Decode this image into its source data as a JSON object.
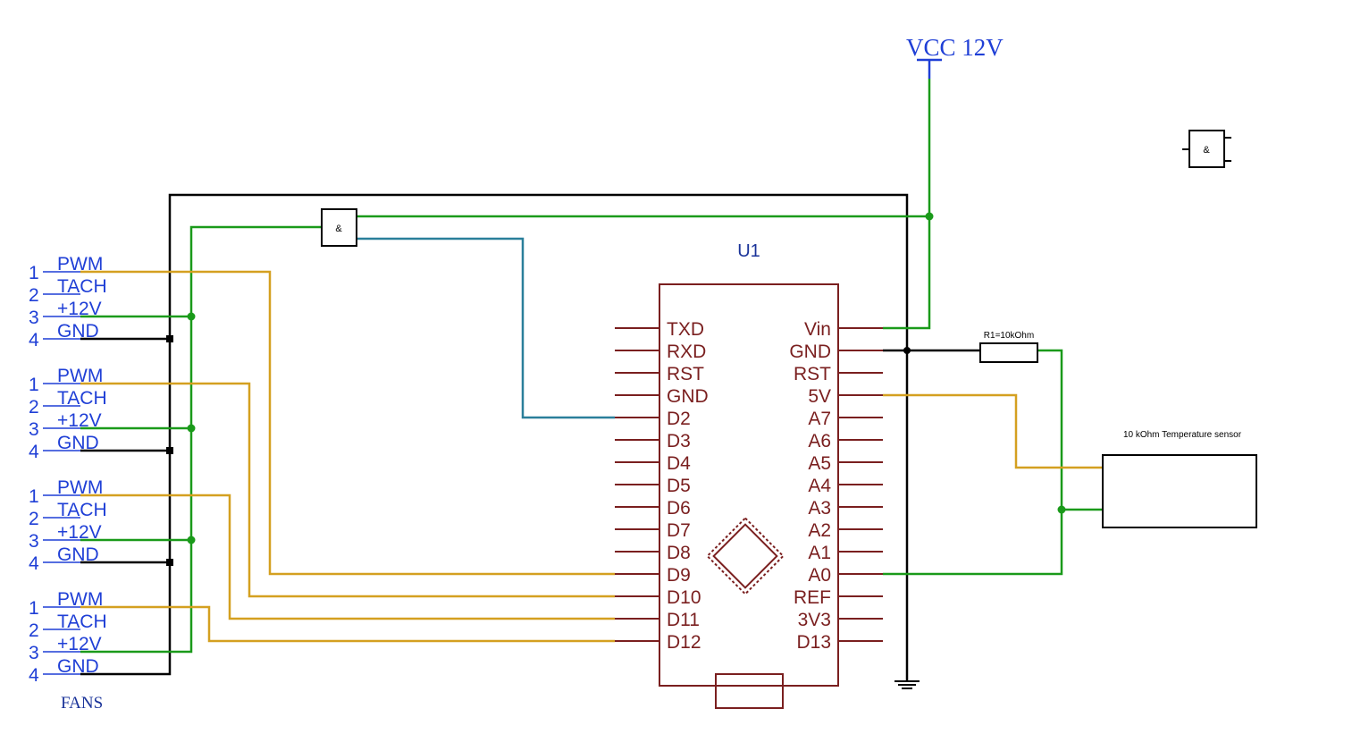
{
  "power": {
    "label": "VCC 12V"
  },
  "fans": {
    "label": "FANS",
    "connectors": [
      {
        "pins": [
          {
            "num": "1",
            "name": "PWM"
          },
          {
            "num": "2",
            "name": "TACH"
          },
          {
            "num": "3",
            "name": "+12V"
          },
          {
            "num": "4",
            "name": "GND"
          }
        ]
      },
      {
        "pins": [
          {
            "num": "1",
            "name": "PWM"
          },
          {
            "num": "2",
            "name": "TACH"
          },
          {
            "num": "3",
            "name": "+12V"
          },
          {
            "num": "4",
            "name": "GND"
          }
        ]
      },
      {
        "pins": [
          {
            "num": "1",
            "name": "PWM"
          },
          {
            "num": "2",
            "name": "TACH"
          },
          {
            "num": "3",
            "name": "+12V"
          },
          {
            "num": "4",
            "name": "GND"
          }
        ]
      },
      {
        "pins": [
          {
            "num": "1",
            "name": "PWM"
          },
          {
            "num": "2",
            "name": "TACH"
          },
          {
            "num": "3",
            "name": "+12V"
          },
          {
            "num": "4",
            "name": "GND"
          }
        ]
      }
    ]
  },
  "mcu": {
    "ref": "U1",
    "left_pins": [
      "TXD",
      "RXD",
      "RST",
      "GND",
      "D2",
      "D3",
      "D4",
      "D5",
      "D6",
      "D7",
      "D8",
      "D9",
      "D10",
      "D11",
      "D12"
    ],
    "right_pins": [
      "Vin",
      "GND",
      "RST",
      "5V",
      "A7",
      "A6",
      "A5",
      "A4",
      "A3",
      "A2",
      "A1",
      "A0",
      "REF",
      "3V3",
      "D13"
    ]
  },
  "gates": {
    "main_label": "&",
    "spare_label": "&"
  },
  "resistor": {
    "label": "R1=10kOhm"
  },
  "sensor": {
    "label": "10 kOhm Temperature sensor"
  },
  "colors": {
    "ground_wire": "#000000",
    "power_wire": "#1a9a1a",
    "pwm_wire": "#d4a020",
    "signal_wire": "#2a7f9a",
    "mcu_outline": "#7a1f1f",
    "pin_text": "#1f3fd6"
  }
}
